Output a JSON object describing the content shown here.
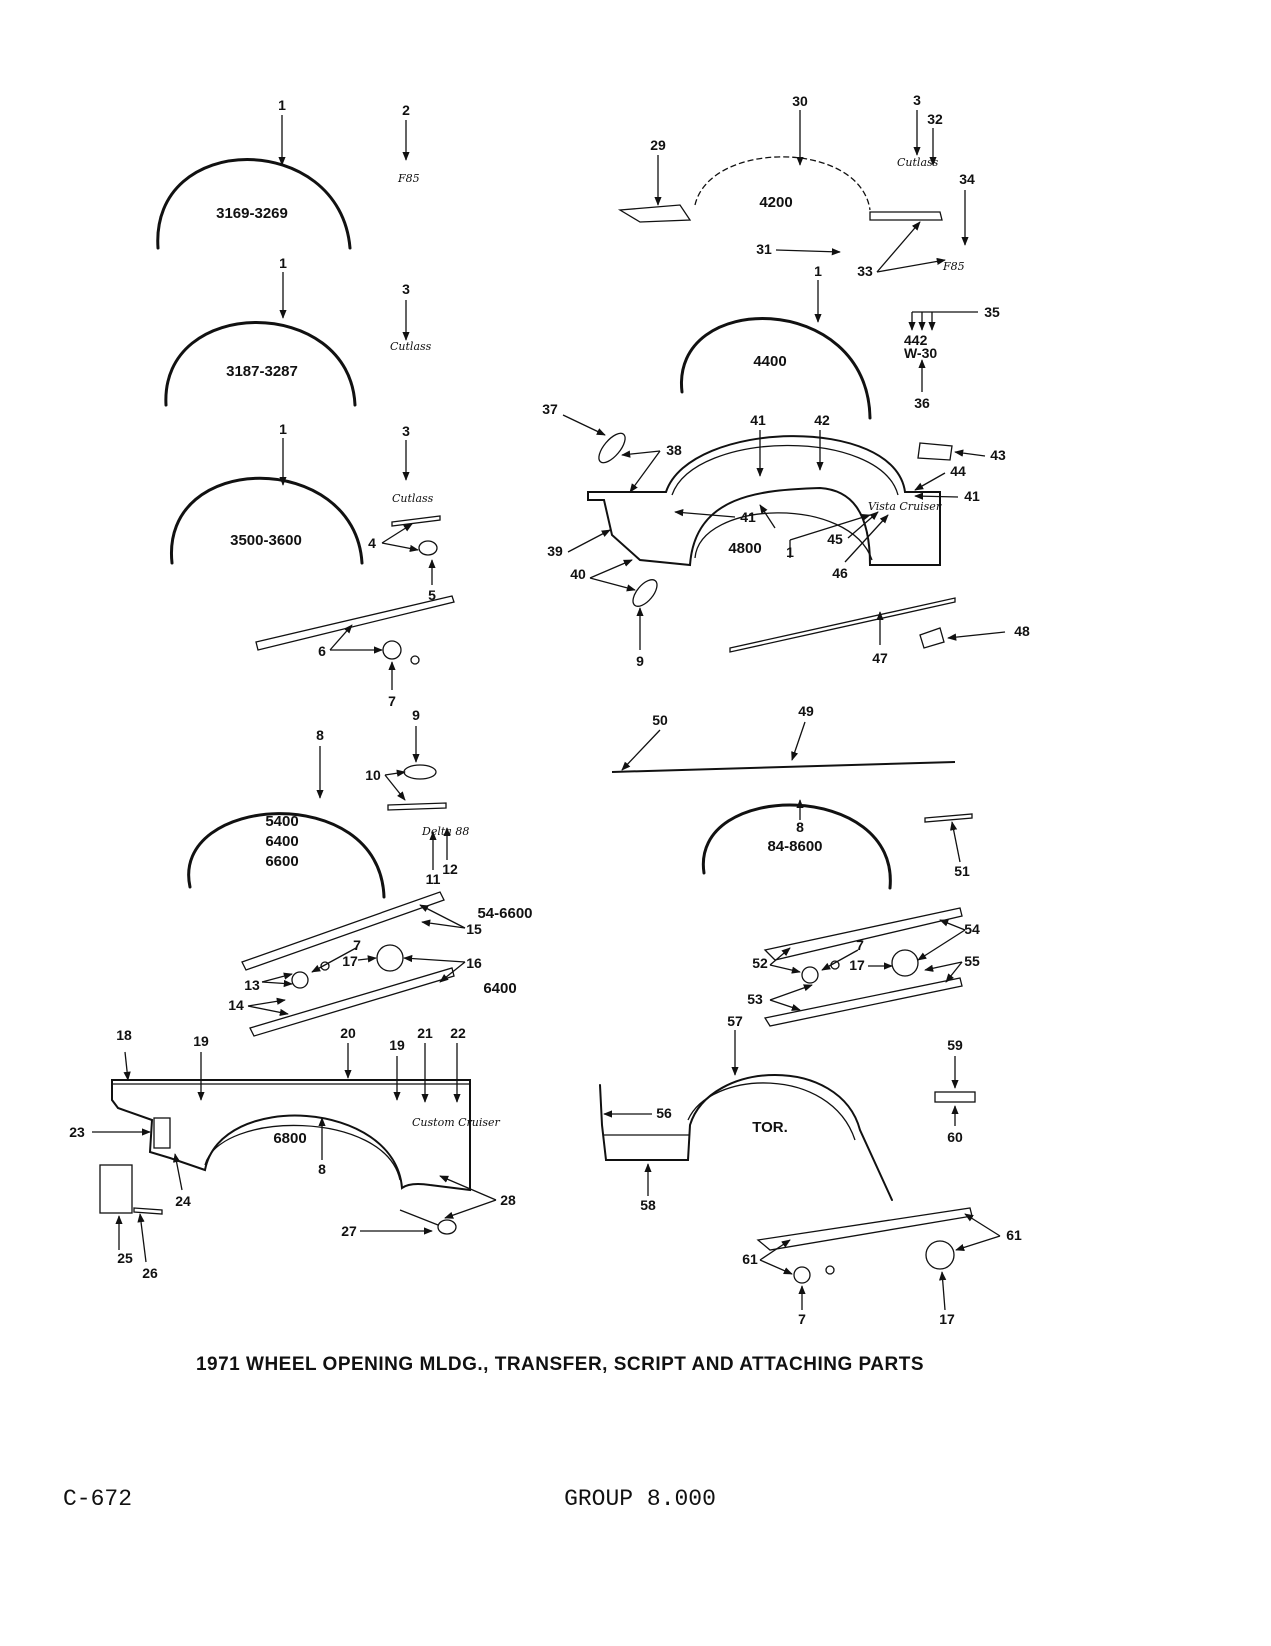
{
  "caption": "1971 WHEEL OPENING MLDG., TRANSFER, SCRIPT AND ATTACHING PARTS",
  "footer": {
    "page_code": "C-672",
    "group": "GROUP 8.000"
  },
  "models": {
    "m1": "3169-3269",
    "m2": "3187-3287",
    "m3": "3500-3600",
    "m4": "4200",
    "m5": "4400",
    "m6": "4800",
    "m7a": "5400",
    "m7b": "6400",
    "m7c": "6600",
    "m8": "84-8600",
    "m9": "54-6600",
    "m10": "6400",
    "m11": "6800",
    "m12": "TOR."
  },
  "emblems": {
    "f85": "F85",
    "cutlass": "Cutlass",
    "vista_cruiser": "Vista Cruiser",
    "custom_cruiser": "Custom Cruiser",
    "n442": "442",
    "w30": "W-30"
  }
}
